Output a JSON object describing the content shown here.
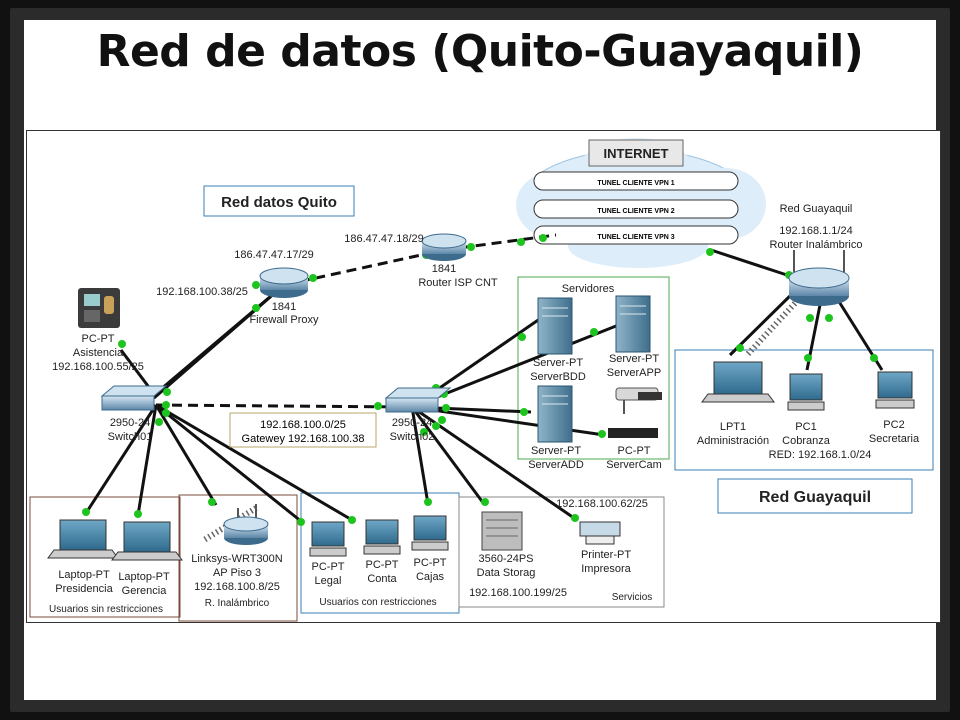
{
  "slide": {
    "title": "Red de datos (Quito-Guayaquil)"
  },
  "zones": {
    "quito_label": "Red datos Quito",
    "guayaquil_label": "Red Guayaquil",
    "guayaquil_router_title": "Red Guayaquil",
    "servidores": "Servidores",
    "sin_restricciones": "Usuarios sin restricciones",
    "con_restricciones": "Usuarios con restricciones",
    "servicios": "Servicios",
    "red_guayaquil_net": "RED: 192.168.1.0/24"
  },
  "internet": {
    "label": "INTERNET",
    "tunnels": [
      "TUNEL CLIENTE VPN 1",
      "TUNEL CLIENTE VPN 2",
      "TUNEL CLIENTE VPN 3"
    ]
  },
  "network_info": {
    "subnet": "192.168.100.0/25",
    "gateway": "Gatewey 192.168.100.38"
  },
  "addresses": {
    "isp_left": "186.47.47.17/29",
    "isp_right": "186.47.47.18/29",
    "fw_lan": "192.168.100.38/25",
    "printer": "192.168.100.62/25",
    "storage": "192.168.100.199/25",
    "wireless_gye": "192.168.1.1/24"
  },
  "devices": {
    "firewall": {
      "model": "1841",
      "name": "Firewall Proxy"
    },
    "isp_router": {
      "model": "1841",
      "name": "Router ISP CNT"
    },
    "router_gye": {
      "name": "Router Inalámbrico"
    },
    "switch01": {
      "model": "2950-24",
      "name": "Switch01"
    },
    "switch02": {
      "model": "2950-24",
      "name": "Switch02"
    },
    "asistencia": {
      "type": "PC-PT",
      "name": "Asistencia",
      "ip": "192.168.100.55/25"
    },
    "server_bdd": {
      "type": "Server-PT",
      "name": "ServerBDD"
    },
    "server_app": {
      "type": "Server-PT",
      "name": "ServerAPP"
    },
    "server_add": {
      "type": "Server-PT",
      "name": "ServerADD"
    },
    "server_cam": {
      "type": "PC-PT",
      "name": "ServerCam"
    },
    "laptop_pres": {
      "type": "Laptop-PT",
      "name": "Presidencia"
    },
    "laptop_ger": {
      "type": "Laptop-PT",
      "name": "Gerencia"
    },
    "ap": {
      "model": "Linksys-WRT300N",
      "name": "AP Piso 3",
      "ip": "192.168.100.8/25",
      "note": "R. Inalámbrico"
    },
    "pc_legal": {
      "type": "PC-PT",
      "name": "Legal"
    },
    "pc_conta": {
      "type": "PC-PT",
      "name": "Conta"
    },
    "pc_cajas": {
      "type": "PC-PT",
      "name": "Cajas"
    },
    "storage": {
      "model": "3560-24PS",
      "name": "Data Storag"
    },
    "printer": {
      "type": "Printer-PT",
      "name": "Impresora"
    },
    "lpt1": {
      "type": "LPT1",
      "name": "Administración"
    },
    "pc1": {
      "type": "PC1",
      "name": "Cobranza"
    },
    "pc2": {
      "type": "PC2",
      "name": "Secretaria"
    }
  }
}
